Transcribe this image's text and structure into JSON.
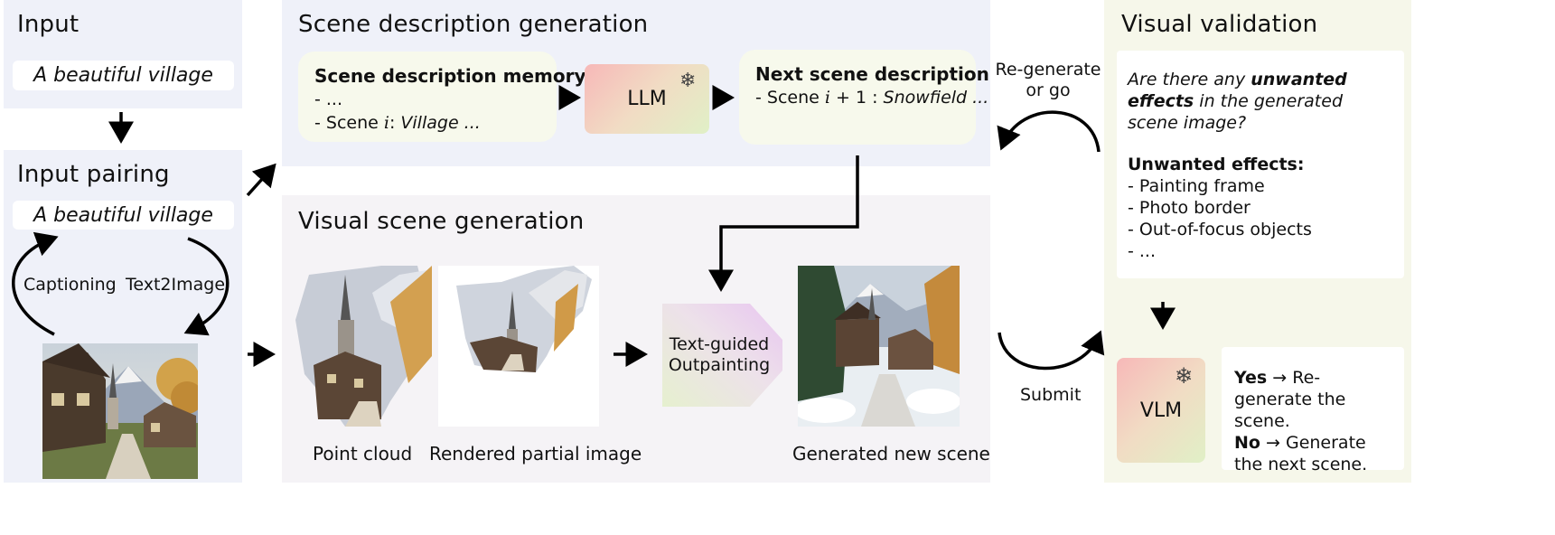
{
  "input": {
    "title": "Input",
    "prompt": "A beautiful village"
  },
  "pairing": {
    "title": "Input pairing",
    "prompt": "A beautiful village",
    "left_label": "Captioning",
    "right_label": "Text2Image"
  },
  "scene_desc": {
    "title": "Scene description generation",
    "memory": {
      "title": "Scene description memory",
      "line1": "- ...",
      "line2_prefix": "- Scene ",
      "line2_var": "i",
      "line2_sep": ": ",
      "line2_value": "Village ..."
    },
    "llm": "LLM",
    "next": {
      "title": "Next scene description",
      "prefix": "- Scene ",
      "var": "i",
      "suffix": " + 1 : ",
      "value": "Snowfield ..."
    }
  },
  "visual_gen": {
    "title": "Visual scene generation",
    "point_cloud": "Point cloud",
    "rendered": "Rendered partial image",
    "outpaint_line1": "Text-guided",
    "outpaint_line2": "Outpainting",
    "generated": "Generated new scene"
  },
  "loop": {
    "regen_line1": "Re-generate",
    "regen_line2": "or go",
    "submit": "Submit"
  },
  "validation": {
    "title": "Visual validation",
    "q_pre": "Are there any ",
    "q_bold": "unwanted effects",
    "q_post": " in the generated scene image?",
    "effects_title": "Unwanted effects:",
    "effects": [
      "- Painting frame",
      "- Photo border",
      "- Out-of-focus objects",
      "- ..."
    ],
    "vlm": "VLM",
    "yes_bold": "Yes",
    "yes_text": " → Re-generate the scene.",
    "no_bold": "No",
    "no_text": " → Generate the next scene."
  },
  "colors": {
    "panel_blue": "#eff1f9",
    "panel_gray": "#f5f3f6",
    "panel_green": "#f6f7ea",
    "card": "#f7f9ec"
  }
}
